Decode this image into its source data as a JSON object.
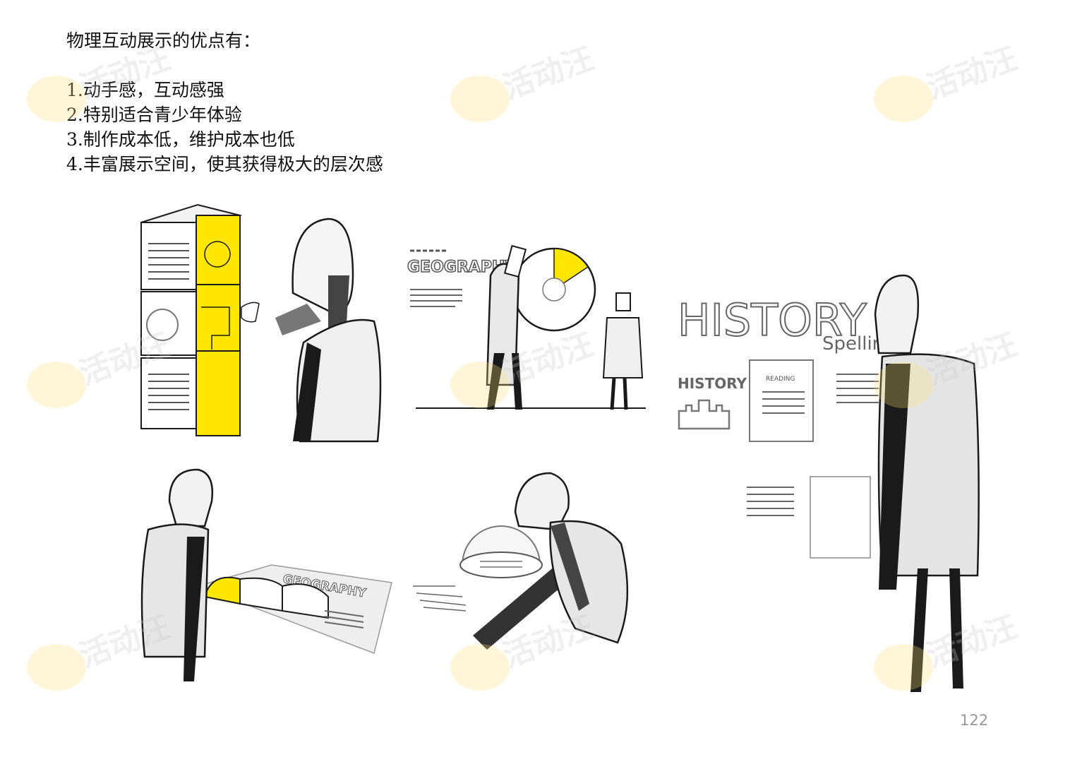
{
  "heading": "物理互动展示的优点有：",
  "points": [
    "1.动手感，互动感强",
    "2.特别适合青少年体验",
    "3.制作成本低，维护成本也低",
    "4.丰富展示空间，使其获得极大的层次感"
  ],
  "sketch_labels": {
    "geography_wall": "GEOGRAPHY",
    "geography_table": "GEOGRAPHY",
    "history_title": "HISTORY",
    "spelling": "Spelling",
    "history_small": "HISTORY",
    "reading": "READING"
  },
  "watermark": "活动汪",
  "page_number": "122",
  "colors": {
    "accent_yellow": "#FFE600",
    "figure_gray": "#e6e6e6",
    "ink": "#1a1a1a"
  }
}
